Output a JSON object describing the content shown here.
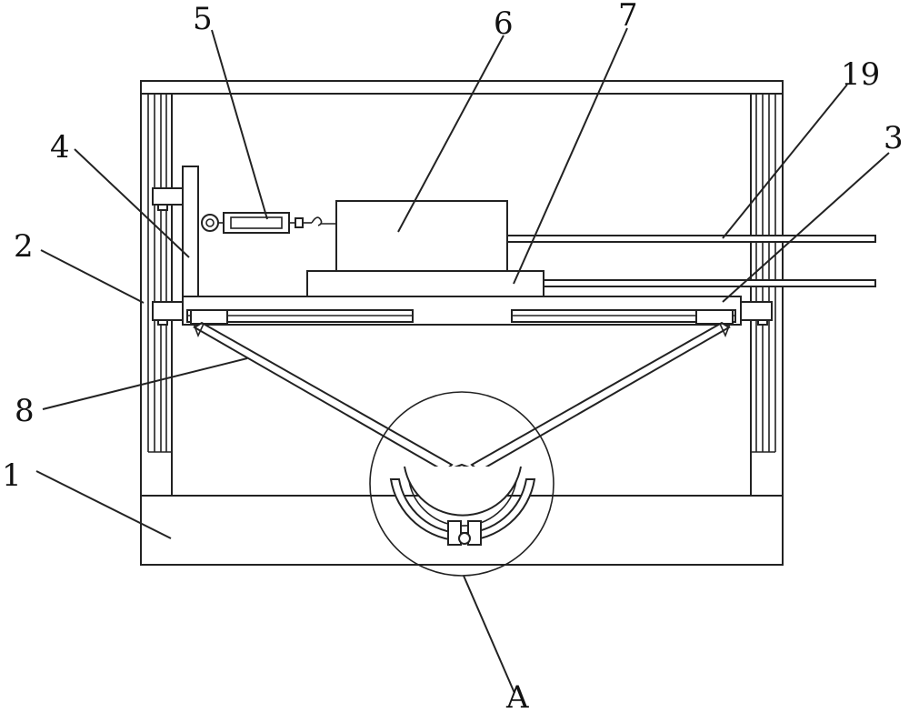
{
  "callouts": {
    "c1": "1",
    "c2": "2",
    "c3": "3",
    "c4": "4",
    "c5": "5",
    "c6": "6",
    "c7": "7",
    "c8": "8",
    "c19": "19",
    "detail": "A"
  }
}
